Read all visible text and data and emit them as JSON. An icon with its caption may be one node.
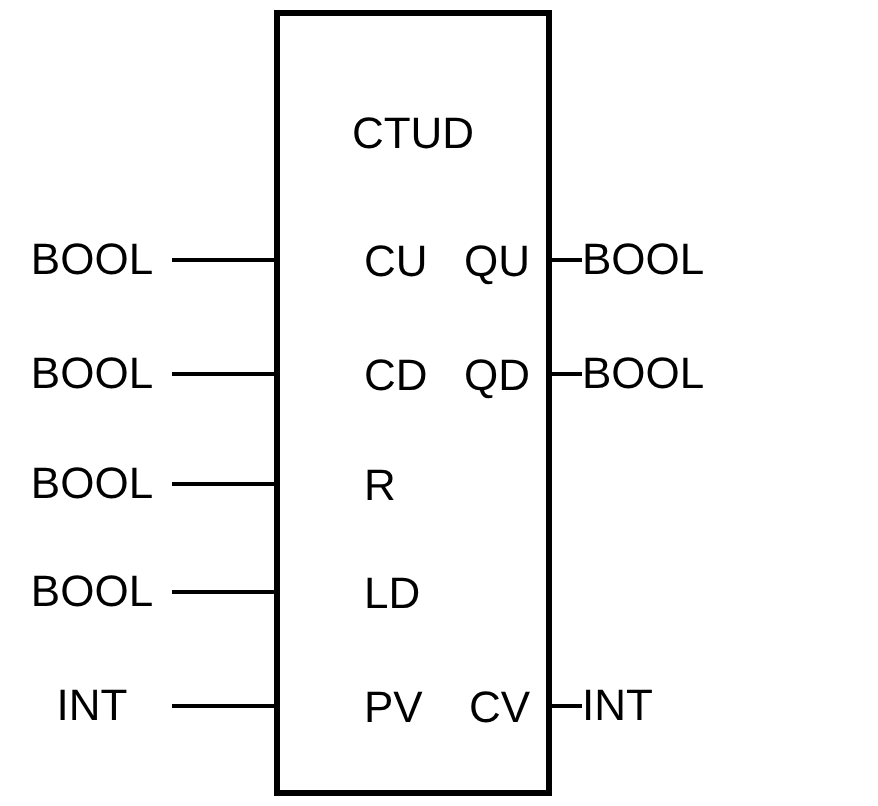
{
  "diagram": {
    "nodes": [
      {
        "text": [
          "CTUD"
        ]
      },
      {
        "text": [
          "BOOL"
        ]
      },
      {
        "text": [
          "CU"
        ],
        "in": 0
      },
      {
        "text": [
          "QU"
        ],
        "in": 0
      },
      {
        "text": [
          "BOOL"
        ]
      },
      {
        "text": [
          "BOOL"
        ]
      },
      {
        "text": [
          "CD"
        ],
        "in": 0
      },
      {
        "text": [
          "QD"
        ],
        "in": 0
      },
      {
        "text": [
          "BOOL"
        ]
      },
      {
        "text": [
          "BOOL"
        ]
      },
      {
        "text": [
          "R"
        ],
        "in": 0
      },
      {
        "text": [
          "BOOL"
        ]
      },
      {
        "text": [
          "LD"
        ],
        "in": 0
      },
      {
        "text": [
          "INT"
        ]
      },
      {
        "text": [
          "PV"
        ],
        "in": 0
      },
      {
        "text": [
          "CV"
        ],
        "in": 0
      },
      {
        "text": [
          "INT"
        ]
      }
    ],
    "edges": [
      {
        "from": 1,
        "to": 2,
        "arrow": "none"
      },
      {
        "from": 3,
        "to": 4,
        "arrow": "none"
      },
      {
        "from": 5,
        "to": 6,
        "arrow": "none"
      },
      {
        "from": 7,
        "to": 8,
        "arrow": "none"
      },
      {
        "from": 9,
        "to": 10,
        "arrow": "none"
      },
      {
        "from": 11,
        "to": 12,
        "arrow": "none"
      },
      {
        "from": 13,
        "to": 14,
        "arrow": "none"
      },
      {
        "from": 15,
        "to": 16,
        "arrow": "none"
      }
    ]
  }
}
